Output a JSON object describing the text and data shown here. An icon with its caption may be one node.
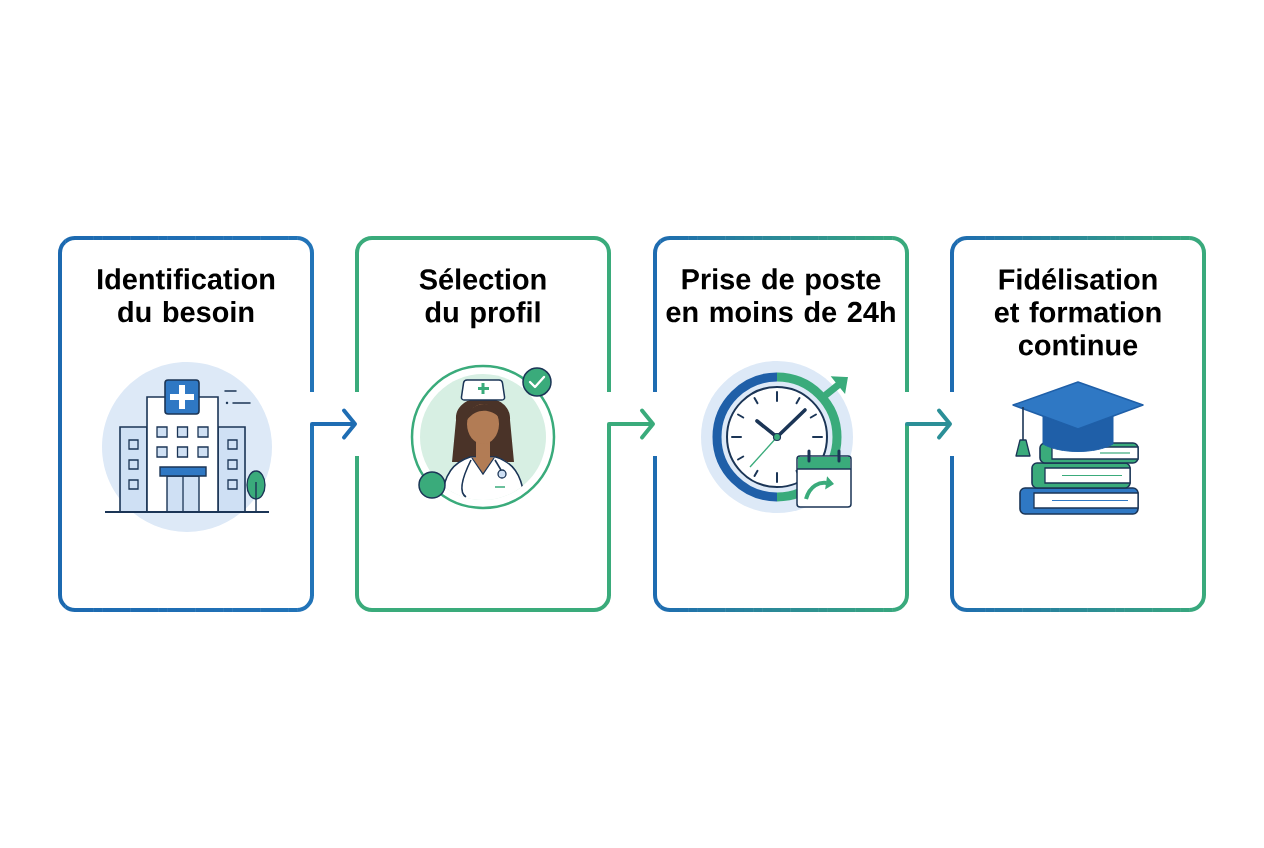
{
  "diagram": {
    "nodes": [
      {
        "text": [
          "Identification du besoin"
        ]
      },
      {
        "text": [
          "Sélection du profil"
        ]
      },
      {
        "text": [
          "Prise de poste en moins de 24h"
        ]
      },
      {
        "text": [
          "Fidélisation et formation continue"
        ]
      }
    ],
    "edges": [
      {
        "from": 0,
        "to": 1,
        "arrow": "to",
        "color": "#1f6db3"
      },
      {
        "from": 1,
        "to": 2,
        "arrow": "to",
        "color": "#3aab7b"
      },
      {
        "from": 2,
        "to": 3,
        "arrow": "to",
        "color": "#2b8f97"
      }
    ]
  }
}
